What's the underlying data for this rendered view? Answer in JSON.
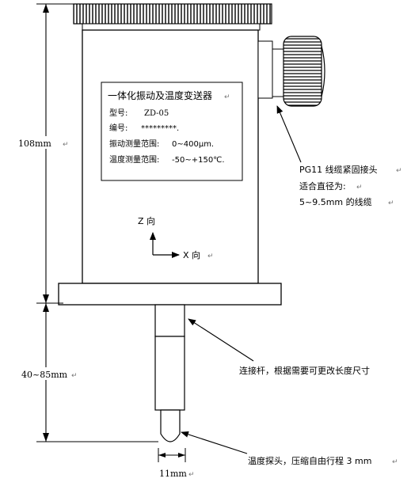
{
  "plate": {
    "title": "一体化振动及温度变送器",
    "model_label": "型号:",
    "model_value": "ZD-05",
    "serial_label": "编号:",
    "serial_value": "*********.",
    "vib_range_label": "振动测量范围:",
    "vib_range_value": "0~400μm.",
    "temp_range_label": "温度测量范围:",
    "temp_range_value": "-50~+150℃."
  },
  "axes": {
    "z_label": "Z 向",
    "x_label": "X 向"
  },
  "dimensions": {
    "body_height": "108mm",
    "rod_length": "40~85mm",
    "rod_diameter": "11mm"
  },
  "callouts": {
    "connector_line1": "PG11 线缆紧固接头",
    "connector_line2": "适合直径为:",
    "connector_line3": "5~9.5mm 的线缆",
    "rod": "连接杆，根据需要可更改长度尺寸",
    "probe": "温度探头，压缩自由行程 3 mm"
  }
}
